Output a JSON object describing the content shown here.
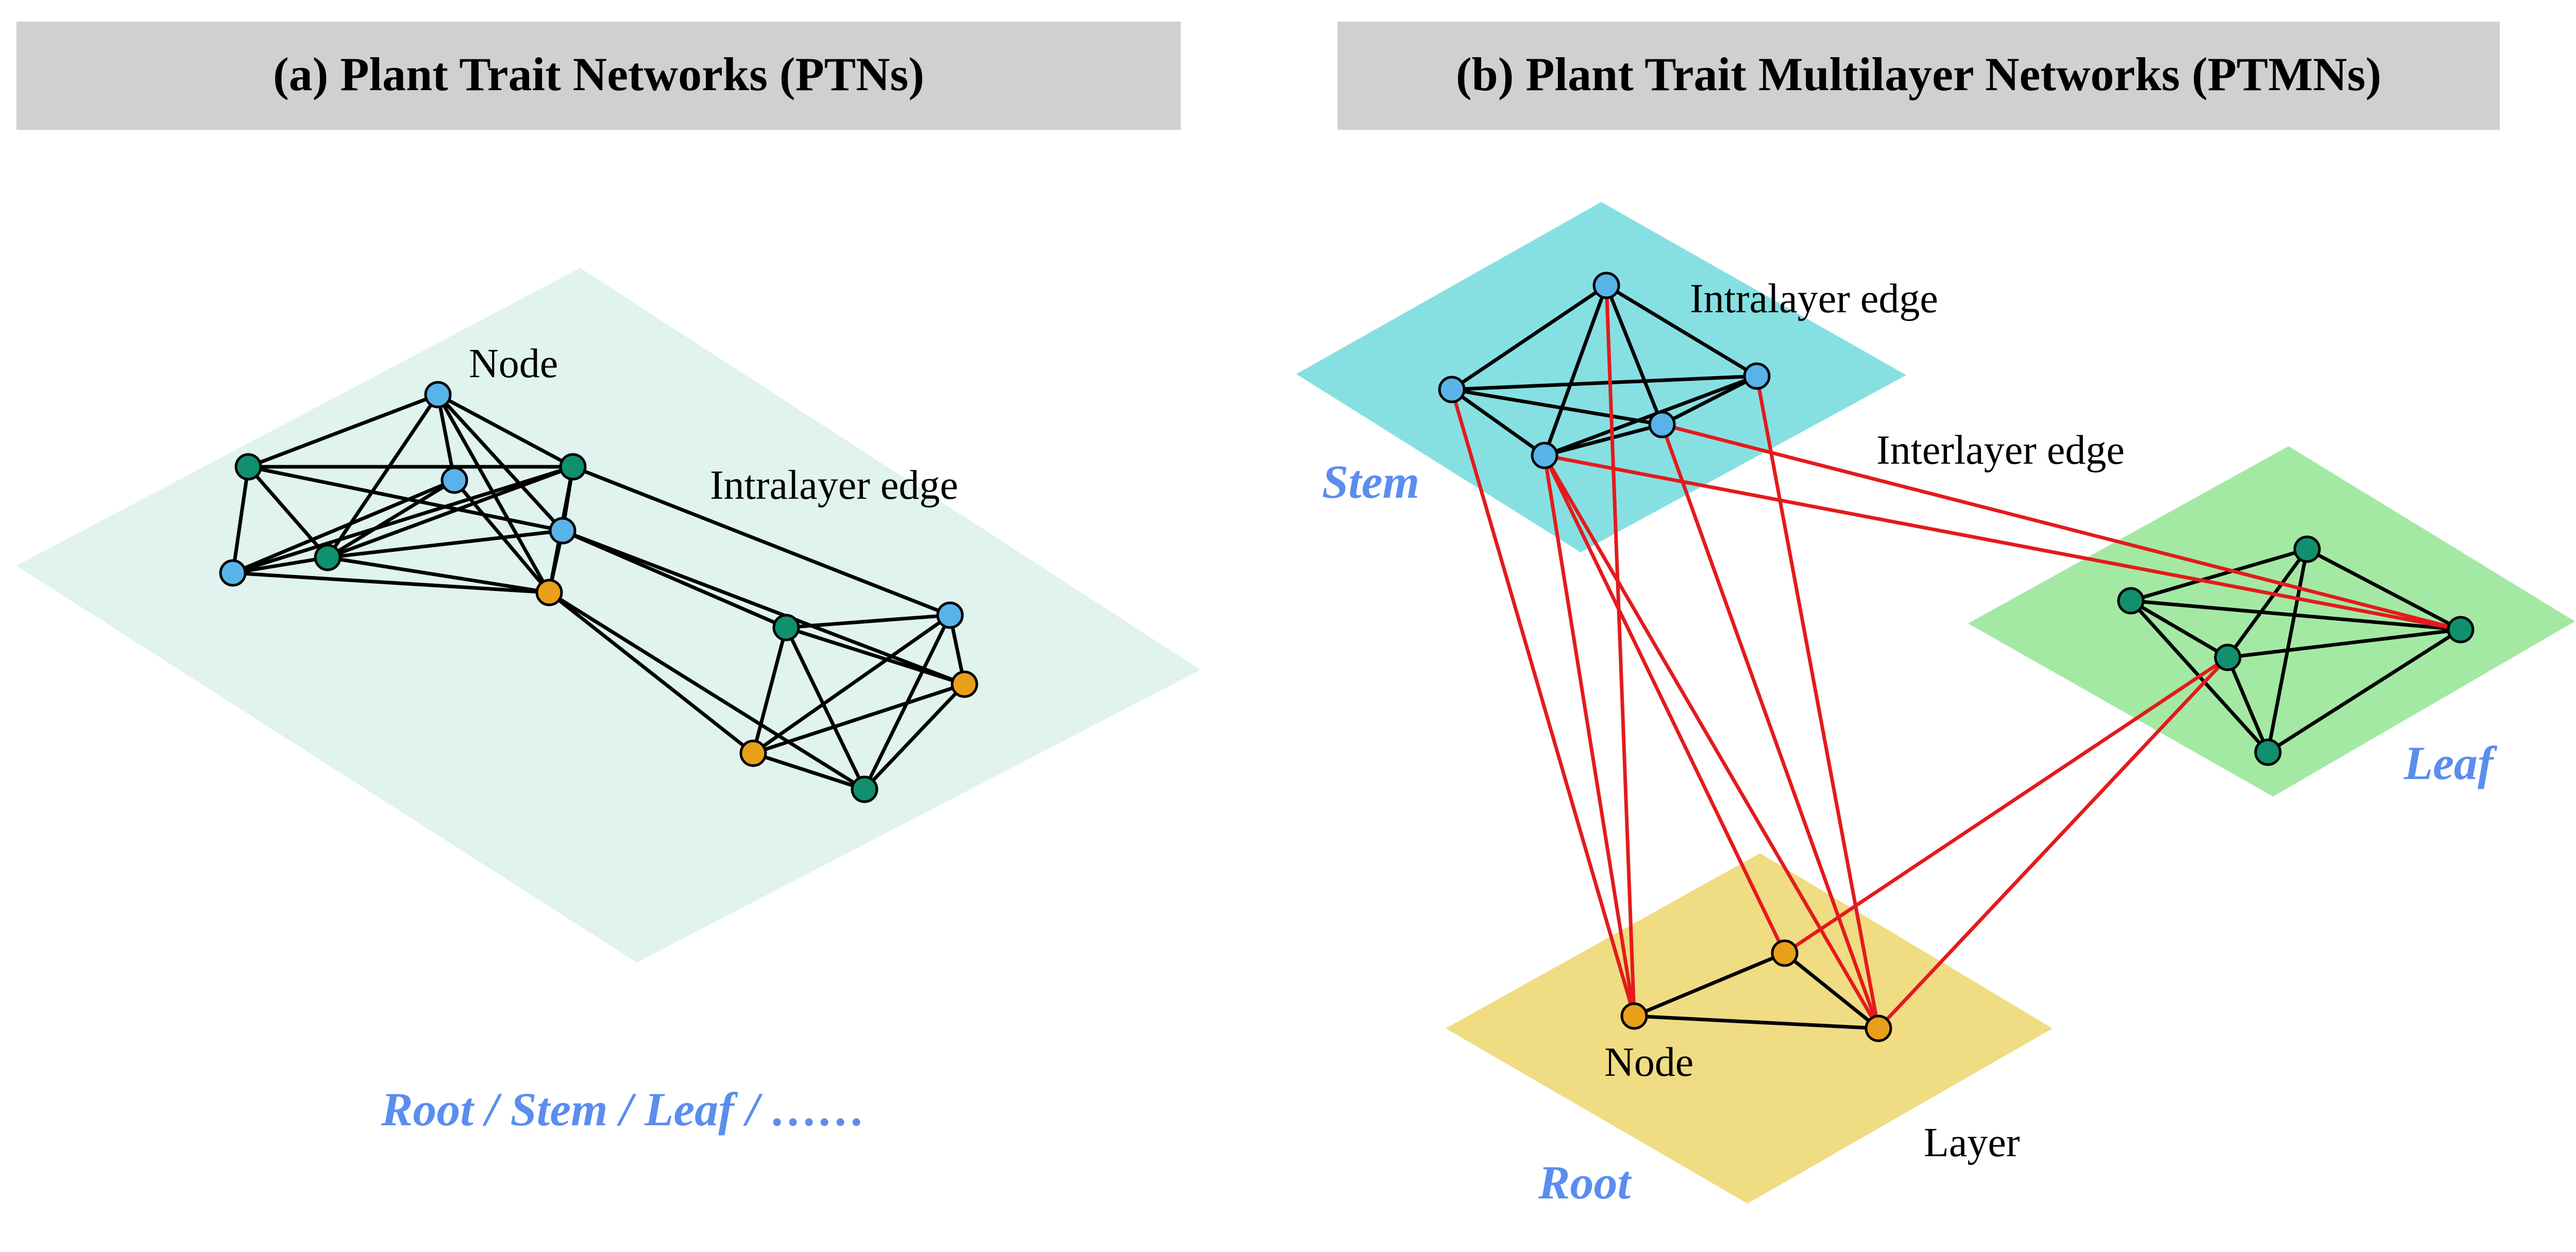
{
  "colors": {
    "header_bg": "#d0d0d0",
    "ptn_plane": "#e0f3ee",
    "stem_plane": "#86e0e2",
    "leaf_plane": "#a3e9a3",
    "root_plane": "#f0dc82",
    "node_blue": "#58b4e8",
    "node_green": "#10906e",
    "node_orange": "#e8a01a",
    "intralayer_edge": "#000000",
    "interlayer_edge": "#e41a1c",
    "layer_name_text": "#5b8def"
  },
  "panel_a": {
    "title": "(a) Plant Trait Networks (PTNs)",
    "label_node": "Node",
    "label_intralayer_edge": "Intralayer edge",
    "layer_types": "Root / Stem / Leaf /  ……"
  },
  "panel_b": {
    "title": "(b) Plant Trait Multilayer Networks (PTMNs)",
    "label_intralayer_edge": "Intralayer edge",
    "label_interlayer_edge": "Interlayer edge",
    "label_node": "Node",
    "label_layer": "Layer",
    "layers": {
      "stem": "Stem",
      "leaf": "Leaf",
      "root": "Root"
    }
  }
}
